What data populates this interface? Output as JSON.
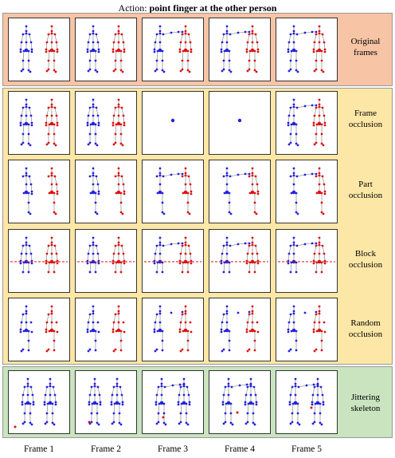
{
  "title": {
    "prefix": "Action: ",
    "action": "point finger at the other person"
  },
  "rows": [
    {
      "label_line1": "Original",
      "label_line2": "frames"
    },
    {
      "label_line1": "Frame",
      "label_line2": "occlusion"
    },
    {
      "label_line1": "Part",
      "label_line2": "occlusion"
    },
    {
      "label_line1": "Block",
      "label_line2": "occlusion"
    },
    {
      "label_line1": "Random",
      "label_line2": "occlusion"
    },
    {
      "label_line1": "Jittering",
      "label_line2": "skeleton"
    }
  ],
  "frames": [
    "Frame 1",
    "Frame 2",
    "Frame 3",
    "Frame 4",
    "Frame 5"
  ],
  "colors": {
    "original_bg": "#f7c4a6",
    "occlusion_bg": "#fde7a6",
    "jitter_bg": "#c9e4bf",
    "person_a": "#2222dd",
    "person_b": "#dd1111",
    "block_line": "#dd1111"
  }
}
